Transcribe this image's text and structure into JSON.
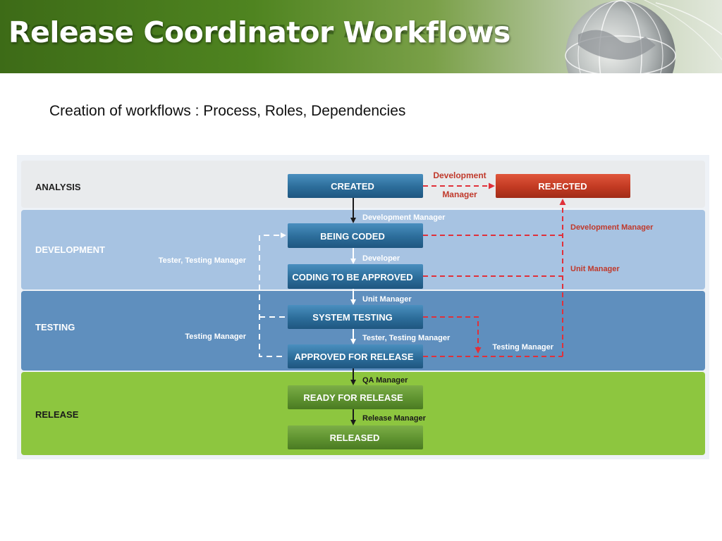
{
  "header": {
    "title": "Release Coordinator Workflows"
  },
  "subtitle": "Creation of workflows : Process, Roles, Dependencies",
  "diagram": {
    "lanes": {
      "analysis": "ANALYSIS",
      "development": "DEVELOPMENT",
      "testing": "TESTING",
      "release": "RELEASE"
    },
    "states": {
      "created": "CREATED",
      "rejected": "REJECTED",
      "being_coded": "BEING CODED",
      "coding_to_be_approved": "CODING TO BE APPROVED",
      "system_testing": "SYSTEM TESTING",
      "approved_for_release": "APPROVED FOR RELEASE",
      "ready_for_release": "READY FOR RELEASE",
      "released": "RELEASED"
    },
    "roles": {
      "reject_role_line1": "Development",
      "reject_role_line2": "Manager",
      "to_being_coded": "Development Manager",
      "to_coding_approved": "Developer",
      "to_system_testing": "Unit Manager",
      "to_approved_release": "Tester, Testing Manager",
      "to_ready_release": "QA Manager",
      "to_released": "Release Manager",
      "back_dev": "Tester, Testing Manager",
      "back_testing": "Testing Manager",
      "reject_dev": "Development Manager",
      "reject_unit": "Unit Manager",
      "reject_testing": "Testing Manager"
    },
    "colors": {
      "analysis_lane": "#e9ebed",
      "development_lane": "#a7c3e2",
      "testing_lane": "#5f8fbe",
      "release_lane": "#8dc63f",
      "blue_box": "#2c6d9a",
      "red_box": "#c23a22",
      "green_box": "#5f9330",
      "reject_arrow": "#e0303a"
    }
  }
}
